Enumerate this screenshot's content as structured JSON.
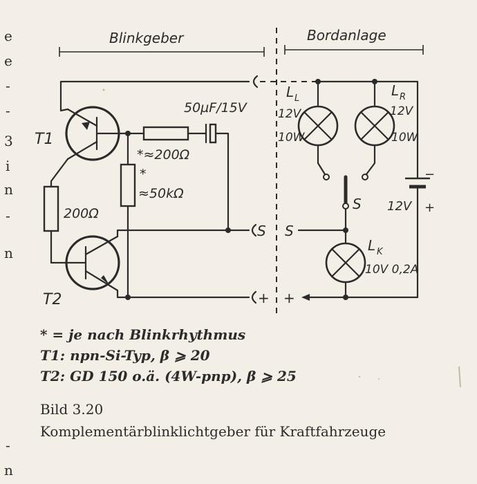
{
  "diagram": {
    "section_left": "Blinkgeber",
    "section_right": "Bordanlage",
    "t1": "T1",
    "t2": "T2",
    "r_200": "200Ω",
    "r_star_200": "*≈200Ω",
    "r_star": "*",
    "r_50k": "≈50kΩ",
    "capacitor": "50µF/15V",
    "lamp_l_name": "L",
    "lamp_l_sub": "L",
    "lamp_l_v": "12V",
    "lamp_l_w": "10W",
    "lamp_r_name": "L",
    "lamp_r_sub": "R",
    "lamp_r_v": "12V",
    "lamp_r_w": "10W",
    "lamp_k_name": "L",
    "lamp_k_sub": "K",
    "lamp_k_rating": "10V 0,2A",
    "battery_v": "12V",
    "battery_minus": "−",
    "battery_plus": "+",
    "switch_s": "S",
    "conn_s_left": "S",
    "conn_s_right": "S",
    "conn_plus_left": "+",
    "conn_plus_right": "+"
  },
  "notes": {
    "line1": "* = je nach Blinkrhythmus",
    "line2": "T1: npn-Si-Typ, β ⩾ 20",
    "line3": "T2: GD 150 o.ä. (4W-pnp), β ⩾ 25"
  },
  "figure": {
    "number": "Bild 3.20",
    "title": "Komplementärblinklichtgeber für Kraftfahrzeuge"
  },
  "margin_text": {
    "letters": [
      "e",
      "e",
      "-",
      "-",
      "3",
      "i",
      "n",
      "-",
      "n",
      "-",
      "n"
    ]
  }
}
